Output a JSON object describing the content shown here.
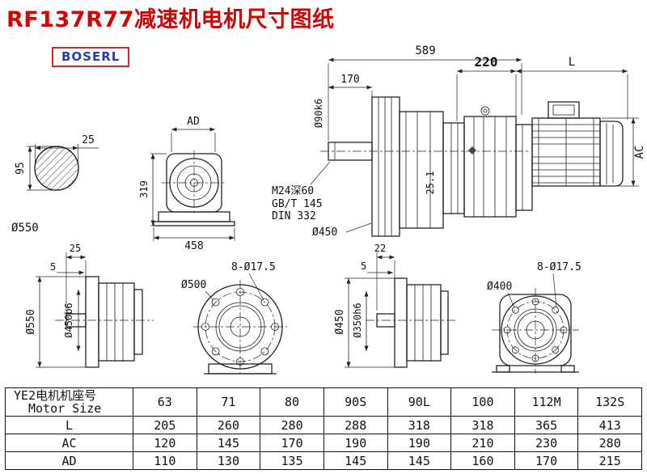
{
  "page": {
    "title": "RF137R77减速机电机尺寸图纸",
    "logo_text": "BOSERL"
  },
  "colors": {
    "title_red": "#cc0505",
    "logo_border_red": "#cc2a2a",
    "logo_blue": "#2b3ab5",
    "line": "#222222"
  },
  "labels": {
    "shaft_section": {
      "w25": "25",
      "h95": "95",
      "d550": "Ø550"
    },
    "gearbox_front": {
      "ad": "AD",
      "h319": "319",
      "w458": "458"
    },
    "assembly": {
      "len589": "589",
      "len170": "170",
      "shaft_dia": "Ø90k6",
      "tap": "M24深60",
      "std1": "GB/T 145",
      "std2": "DIN 332",
      "flange_dia": "Ø450",
      "key": "25.1",
      "len220": "220",
      "len_l": "L",
      "ac": "AC"
    },
    "output_view": {
      "len25": "25",
      "gap5": "5",
      "d550": "Ø550",
      "d450b6": "Ø450b6"
    },
    "flange_large": {
      "bolts": "8-Ø17.5",
      "dia": "Ø500"
    },
    "input_view": {
      "len22": "22",
      "gap5": "5",
      "d450": "Ø450",
      "d350h6": "Ø350h6"
    },
    "flange_small": {
      "bolts": "8-Ø17.5",
      "dia": "Ø400"
    }
  },
  "table": {
    "header_cn": "YE2电机机座号",
    "header_en": "Motor Size",
    "sizes": [
      "63",
      "71",
      "80",
      "90S",
      "90L",
      "100",
      "112M",
      "132S"
    ],
    "rows": [
      {
        "label": "L",
        "values": [
          "205",
          "260",
          "280",
          "288",
          "318",
          "318",
          "365",
          "413"
        ]
      },
      {
        "label": "AC",
        "values": [
          "120",
          "145",
          "170",
          "190",
          "190",
          "210",
          "230",
          "280"
        ]
      },
      {
        "label": "AD",
        "values": [
          "110",
          "130",
          "135",
          "145",
          "145",
          "160",
          "170",
          "215"
        ]
      }
    ]
  }
}
